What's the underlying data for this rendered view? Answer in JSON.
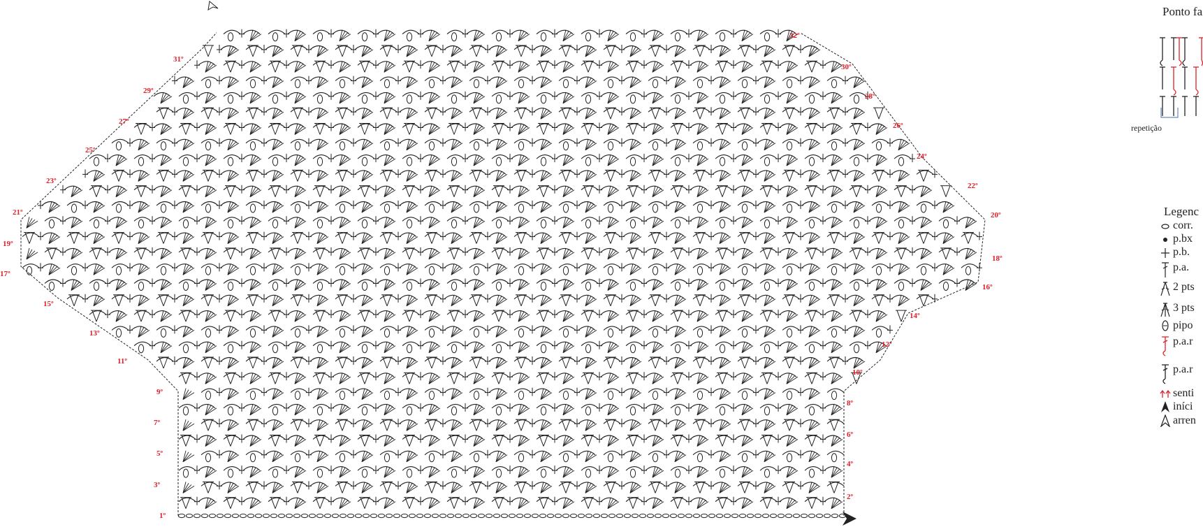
{
  "diagram": {
    "row_labels_left": [
      "1º",
      "3º",
      "5º",
      "7º",
      "9º",
      "11º",
      "13º",
      "15º",
      "17º",
      "19º",
      "21º",
      "23º",
      "25º",
      "27º",
      "29º",
      "31º"
    ],
    "row_labels_right": [
      "2º",
      "4º",
      "6º",
      "8º",
      "10º",
      "12º",
      "14º",
      "16º",
      "18º",
      "20º",
      "22º",
      "24º",
      "26º",
      "28º",
      "30º",
      "32º"
    ]
  },
  "swatch": {
    "title": "Ponto fa",
    "repeat_label": "repetição"
  },
  "legend": {
    "title": "Legenc",
    "items": [
      {
        "icon": "chain-icon",
        "label": "corr."
      },
      {
        "icon": "slip-stitch-icon",
        "label": "p.bx"
      },
      {
        "icon": "single-crochet-icon",
        "label": "p.b."
      },
      {
        "icon": "double-crochet-icon",
        "label": "p.a."
      },
      {
        "icon": "two-together-icon",
        "label": "2 pts"
      },
      {
        "icon": "three-together-icon",
        "label": "3 pts"
      },
      {
        "icon": "popcorn-icon",
        "label": "pipo"
      },
      {
        "icon": "red-post-stitch-icon",
        "label": "p.a.r"
      },
      {
        "icon": "post-stitch-icon",
        "label": "p.a.r"
      },
      {
        "icon": "direction-arrows-icon",
        "label": "senti"
      },
      {
        "icon": "start-arrow-icon",
        "label": "iníci"
      },
      {
        "icon": "finish-arrow-icon",
        "label": "arren"
      }
    ]
  },
  "colors": {
    "ink": "#222222",
    "row_label": "#e0202a",
    "red_stitch": "#e0202a",
    "repeat_bracket": "#4a6fb0"
  }
}
